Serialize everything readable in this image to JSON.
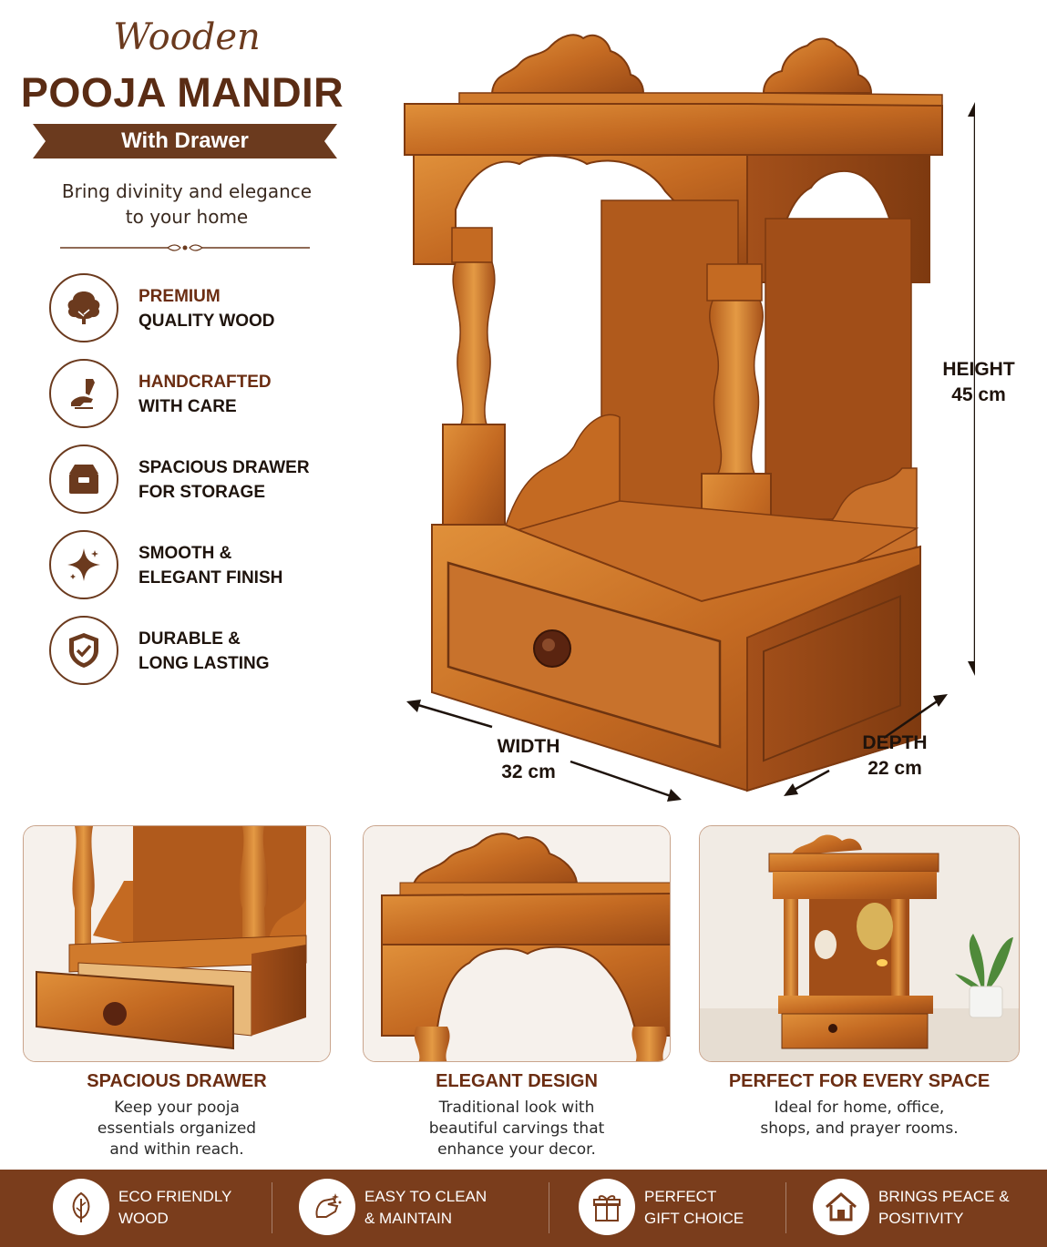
{
  "header": {
    "script_title": "Wooden",
    "title": "POOJA MANDIR",
    "ribbon": "With Drawer",
    "tagline": [
      "Bring divinity and elegance",
      "to your home"
    ]
  },
  "features": [
    {
      "icon": "tree-icon",
      "line1": "PREMIUM",
      "line2": "QUALITY WOOD",
      "highlight": true
    },
    {
      "icon": "chisel-hand-icon",
      "line1": "HANDCRAFTED",
      "line2": "WITH CARE",
      "highlight": true
    },
    {
      "icon": "drawer-box-icon",
      "line1": "SPACIOUS DRAWER",
      "line2": "FOR STORAGE",
      "highlight": false
    },
    {
      "icon": "sparkle-icon",
      "line1": "SMOOTH &",
      "line2": "ELEGANT FINISH",
      "highlight": false
    },
    {
      "icon": "shield-check-icon",
      "line1": "DURABLE &",
      "line2": "LONG LASTING",
      "highlight": false
    }
  ],
  "dimensions": {
    "height": {
      "label": "HEIGHT",
      "value": "45 cm"
    },
    "width": {
      "label": "WIDTH",
      "value": "32 cm"
    },
    "depth": {
      "label": "DEPTH",
      "value": "22 cm"
    }
  },
  "cards": [
    {
      "title": "SPACIOUS DRAWER",
      "desc": [
        "Keep your pooja",
        "essentials organized",
        "and within reach."
      ]
    },
    {
      "title": "ELEGANT DESIGN",
      "desc": [
        "Traditional look with",
        "beautiful carvings that",
        "enhance your decor."
      ]
    },
    {
      "title": "PERFECT FOR EVERY SPACE",
      "desc": [
        "Ideal for home, office,",
        "shops, and prayer rooms."
      ]
    }
  ],
  "bottom_bar": [
    {
      "icon": "leaf-icon",
      "line1": "ECO FRIENDLY",
      "line2": "WOOD"
    },
    {
      "icon": "cleaning-hand-icon",
      "line1": "EASY TO CLEAN",
      "line2": "& MAINTAIN"
    },
    {
      "icon": "gift-icon",
      "line1": "PERFECT",
      "line2": "GIFT CHOICE"
    },
    {
      "icon": "home-heart-icon",
      "line1": "BRINGS PEACE &",
      "line2": "POSITIVITY"
    }
  ],
  "colors": {
    "brand_brown": "#6b3a1e",
    "bar_brown": "#7a3d1c",
    "wood_light": "#d9822f",
    "wood_mid": "#b8601e",
    "wood_dark": "#8a4214"
  }
}
